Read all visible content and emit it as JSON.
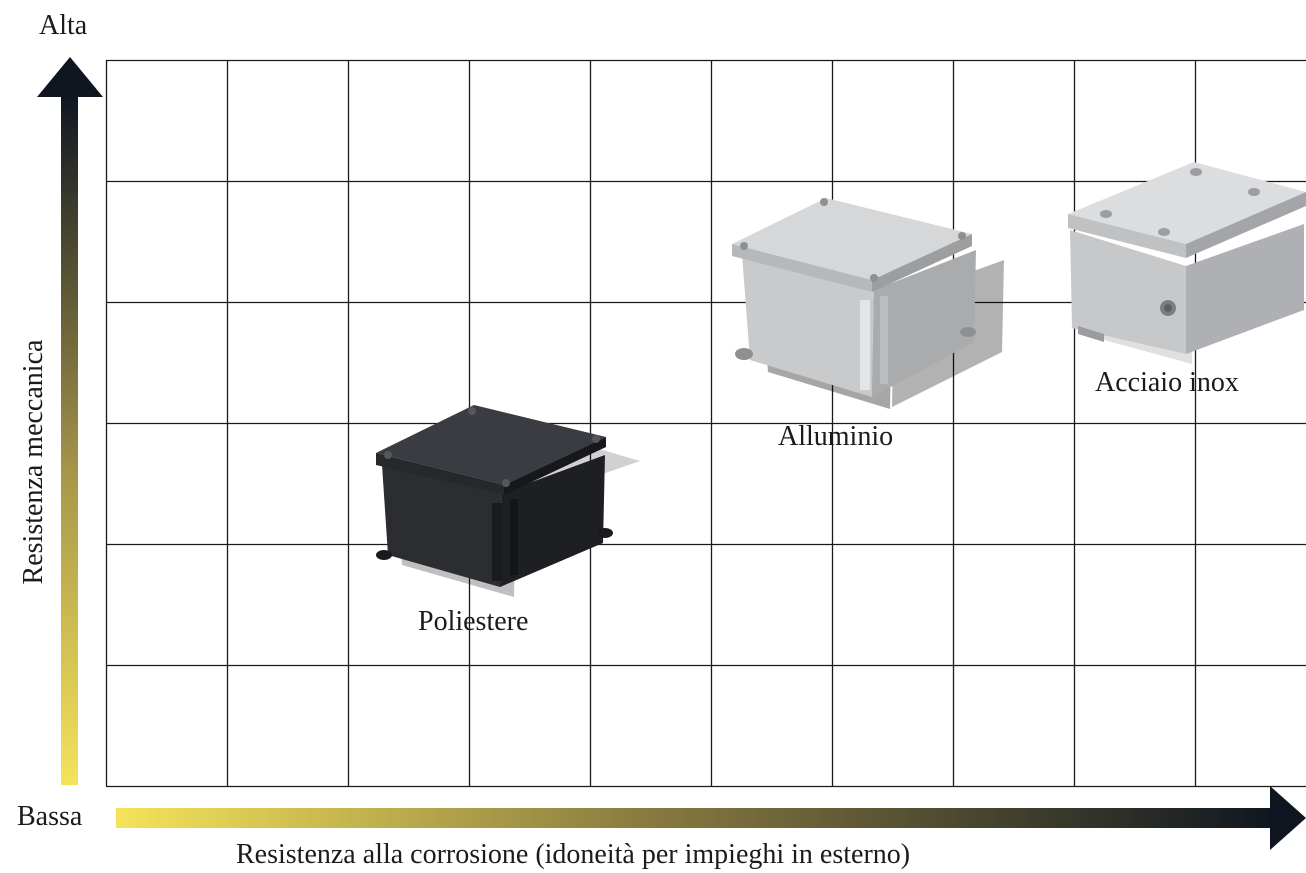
{
  "y_axis": {
    "label": "Resistenza meccanica",
    "high_label": "Alta",
    "gradient": {
      "low": "#f4e35a",
      "mid": "#a8964a",
      "high": "#0f1620"
    }
  },
  "x_axis": {
    "label": "Resistenza alla corrosione (idoneità per impieghi in esterno)",
    "low_label": "Bassa",
    "gradient": {
      "low": "#f4e35a",
      "mid": "#8a7c40",
      "high": "#0f1620"
    }
  },
  "grid": {
    "columns": 10,
    "rows": 6,
    "line_color": "#1a1a1a"
  },
  "items": [
    {
      "label": "Poliestere",
      "icon": "black-polyester-enclosure-icon",
      "color": "#2a2c31"
    },
    {
      "label": "Alluminio",
      "icon": "aluminium-enclosure-icon",
      "color": "#c9cacb"
    },
    {
      "label": "Acciaio inox",
      "icon": "stainless-steel-enclosure-icon",
      "color": "#b9bbbd"
    }
  ]
}
